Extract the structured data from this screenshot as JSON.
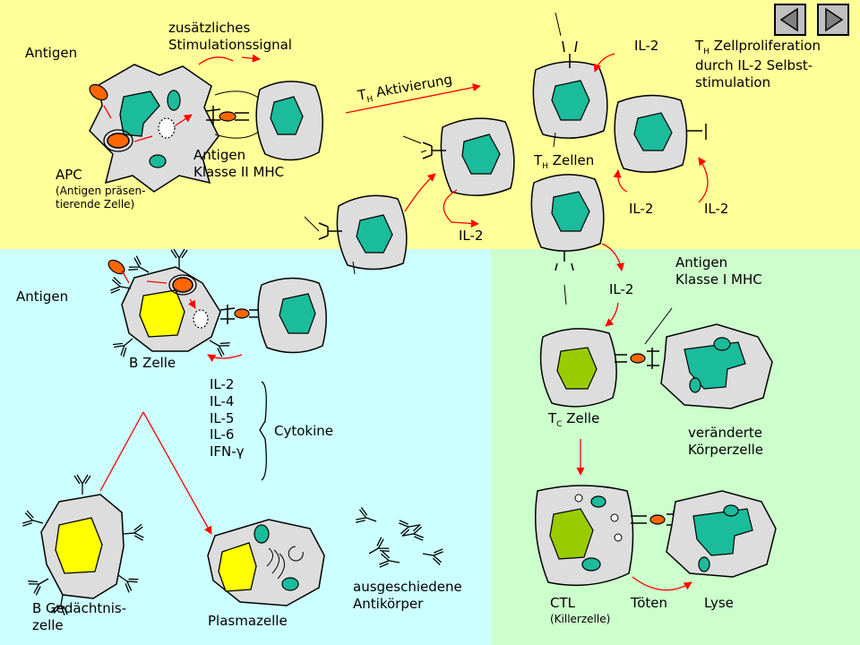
{
  "colors": {
    "top_bg": "#ffff99",
    "left_bg": "#ccffff",
    "right_bg": "#ccffcc",
    "cell_fill": "#dddddd",
    "nucleus_teal": "#1abc9c",
    "nucleus_yellow": "#ffff00",
    "nucleus_green": "#99cc00",
    "antigen_orange": "#ff6600",
    "arrow_red": "#ff0000"
  },
  "nav": {
    "prev_icon": "triangle-left-icon",
    "next_icon": "triangle-right-icon"
  },
  "labels": {
    "antigen_top": "Antigen",
    "extra_signal": "zusätzliches\nStimulationssignal",
    "apc_title": "APC",
    "apc_desc": "(Antigen präsen-\ntierende Zelle)",
    "antigen_mhc2": "Antigen\nKlasse II MHC",
    "th_activation_main": "T",
    "th_activation_sub": "H",
    "th_activation_rest": " Aktivierung",
    "il2_top": "IL-2",
    "th_prolif_main": "T",
    "th_prolif_sub": "H",
    "th_prolif_rest": " Zellproliferation\ndurch IL-2 Selbst-\nstimulation",
    "th_cells_main": "T",
    "th_cells_sub": "H",
    "th_cells_rest": " Zellen",
    "il2_bottom_left": "IL-2",
    "il2_mid": "IL-2",
    "il2_right": "IL-2",
    "il2_down": "IL-2",
    "antigen_mhc1": "Antigen\nKlasse I MHC",
    "antigen_left": "Antigen",
    "b_cell": "B Zelle",
    "cytokines_list": "IL-2\nIL-4\nIL-5\nIL-6\nIFN-γ",
    "cytokines": "Cytokine",
    "tc_cell_main": "T",
    "tc_cell_sub": "C",
    "tc_cell_rest": " Zelle",
    "altered_cell": "veränderte\nKörperzelle",
    "memory_b": "B Gedächtnis-\nzelle",
    "plasma_cell": "Plasmazelle",
    "secreted_antibodies": "ausgeschiedene\nAntikörper",
    "ctl": "CTL",
    "killer_cell": "(Killerzelle)",
    "kill": "Töten",
    "lysis": "Lyse"
  }
}
